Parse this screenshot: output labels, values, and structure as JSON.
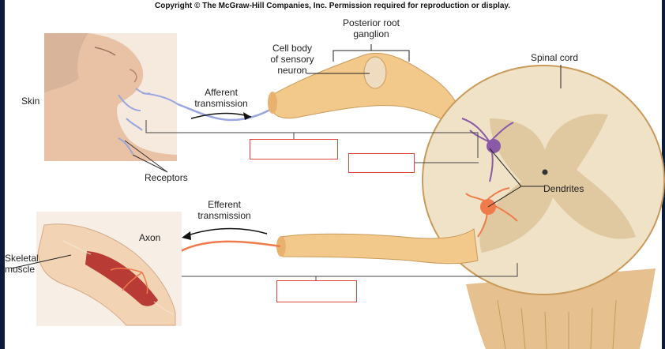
{
  "copyright": "Copyright © The McGraw-Hill Companies, Inc. Permission required for reproduction or display.",
  "labels": {
    "skin": "Skin",
    "receptors": "Receptors",
    "afferent": "Afferent\ntransmission",
    "cell_body": "Cell body\nof sensory\nneuron",
    "posterior_root": "Posterior root\nganglion",
    "spinal_cord": "Spinal cord",
    "dendrites": "Dendrites",
    "efferent": "Efferent\ntransmission",
    "axon": "Axon",
    "skeletal_muscle": "Skeletal\nmuscle"
  },
  "colors": {
    "frame": "#0d1b3a",
    "blank_box_border": "#e0483e",
    "sensory_nerve": "#9aa6e0",
    "motor_nerve": "#f07a4a",
    "nerve_tissue": "#f2c98a",
    "spinal_gray": "#e7d6b6"
  }
}
